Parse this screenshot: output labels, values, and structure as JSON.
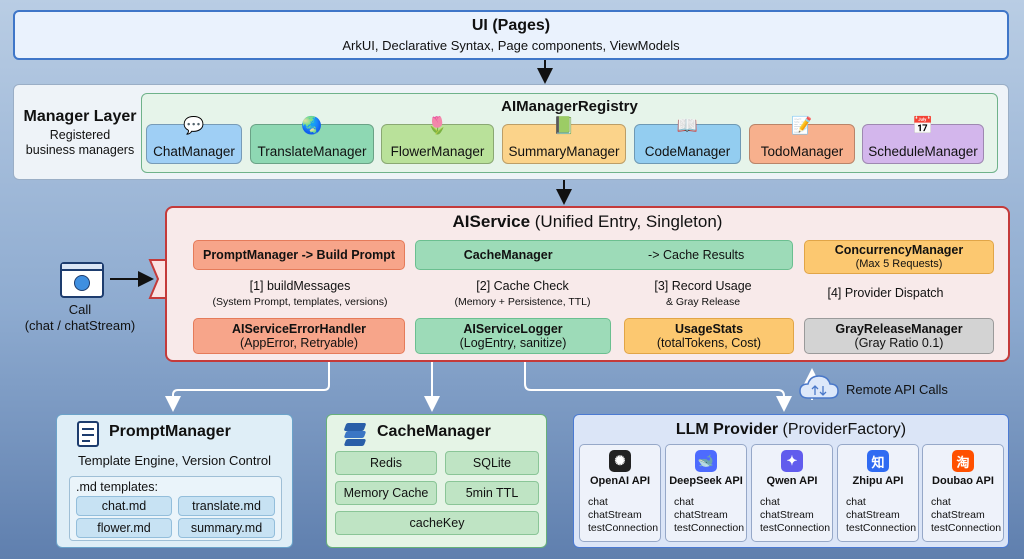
{
  "ui": {
    "title": "UI (Pages)",
    "subtitle": "ArkUI, Declarative Syntax, Page components, ViewModels"
  },
  "manager_layer": {
    "title": "Manager Layer",
    "subtitle_line1": "Registered",
    "subtitle_line2": "business managers",
    "registry_title": "AIManagerRegistry",
    "managers": [
      {
        "label": "ChatManager",
        "icon": "💬",
        "color": "#9fcff5"
      },
      {
        "label": "TranslateManager",
        "icon": "🌏",
        "color": "#8ed8b3"
      },
      {
        "label": "FlowerManager",
        "icon": "🌷",
        "color": "#b9e19a"
      },
      {
        "label": "SummaryManager",
        "icon": "📗",
        "color": "#fbd38a"
      },
      {
        "label": "CodeManager",
        "icon": "📖",
        "color": "#93cdf0"
      },
      {
        "label": "TodoManager",
        "icon": "📝",
        "color": "#f7b08d"
      },
      {
        "label": "ScheduleManager",
        "icon": "📅",
        "color": "#d3b6ec"
      }
    ]
  },
  "ai_service": {
    "title_bold": "AIService",
    "title_rest": " (Unified Entry, Singleton)",
    "prompt_manager": "PromptManager -> Build Prompt",
    "cache_manager": "CacheManager",
    "cache_results": "-> Cache Results",
    "concurrency_title": "ConcurrencyManager",
    "concurrency_sub": "(Max 5 Requests)",
    "step1": "[1] buildMessages",
    "step1_sub": "(System Prompt, templates, versions)",
    "step2": "[2] Cache Check",
    "step2_sub": "(Memory + Persistence, TTL)",
    "step3": "[3] Record Usage",
    "step3_sub": "& Gray Release",
    "step4": "[4] Provider Dispatch",
    "error_handler": "AIServiceErrorHandler",
    "error_handler_sub": "(AppError, Retryable)",
    "logger": "AIServiceLogger",
    "logger_sub": "(LogEntry, sanitize)",
    "usage": "UsageStats",
    "usage_sub": "(totalTokens, Cost)",
    "gray": "GrayReleaseManager",
    "gray_sub": "(Gray Ratio 0.1)"
  },
  "call": {
    "label_line1": "Call",
    "label_line2": "(chat / chatStream)"
  },
  "prompt_box": {
    "title": "PromptManager",
    "subtitle": "Template Engine, Version Control",
    "templates_label": ".md templates:",
    "templates": [
      "chat.md",
      "translate.md",
      "flower.md",
      "summary.md"
    ]
  },
  "cache_box": {
    "title": "CacheManager",
    "items": [
      "Redis",
      "SQLite",
      "Memory Cache",
      "5min TTL",
      "cacheKey"
    ]
  },
  "llm_box": {
    "title_bold": "LLM Provider",
    "title_rest": " (ProviderFactory)",
    "remote_label": "Remote API Calls",
    "providers": [
      {
        "name": "OpenAI API",
        "logo": "✺",
        "color": "#222222"
      },
      {
        "name": "DeepSeek API",
        "logo": "🐋",
        "color": "#4d6bfe"
      },
      {
        "name": "Qwen API",
        "logo": "✦",
        "color": "#615ced"
      },
      {
        "name": "Zhipu API",
        "logo": "知",
        "color": "#2f6bf2"
      },
      {
        "name": "Doubao API",
        "logo": "淘",
        "color": "#ff5000"
      }
    ],
    "methods": [
      "chat",
      "chatStream",
      "testConnection"
    ]
  }
}
